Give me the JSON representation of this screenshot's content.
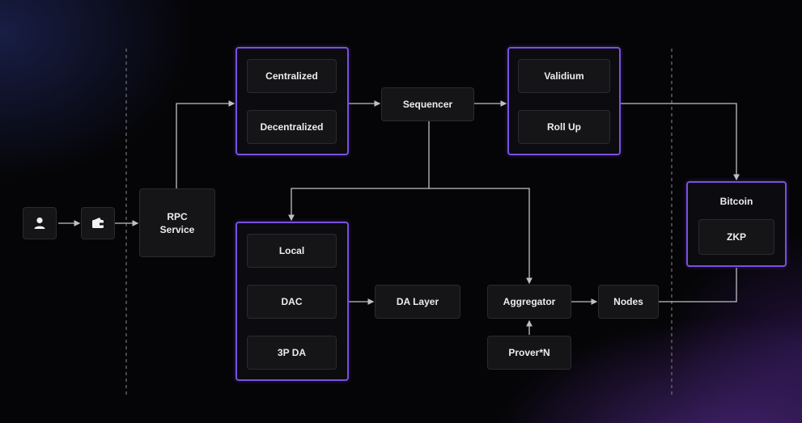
{
  "colors": {
    "accent": "#7b4fe0",
    "line": "#bfbfc6",
    "box": "#151518",
    "text": "#ececf0"
  },
  "icons": {
    "user": "user-icon",
    "wallet": "wallet-icon"
  },
  "rpc": {
    "line1": "RPC",
    "line2": "Service"
  },
  "sequencer_modes": {
    "a": "Centralized",
    "b": "Decentralized"
  },
  "sequencer": "Sequencer",
  "data_modes": {
    "a": "Validium",
    "b": "Roll Up"
  },
  "bitcoin": {
    "title": "Bitcoin",
    "zkp": "ZKP"
  },
  "da_options": {
    "a": "Local",
    "b": "DAC",
    "c": "3P DA"
  },
  "da_layer": "DA Layer",
  "aggregator": "Aggregator",
  "nodes": "Nodes",
  "prover": "Prover*N"
}
